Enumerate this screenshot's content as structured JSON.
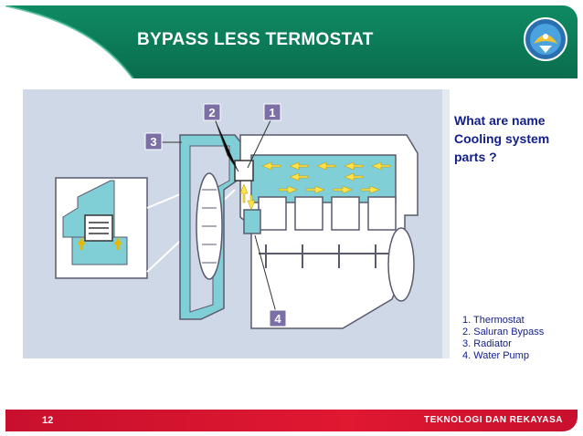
{
  "header": {
    "title": "BYPASS LESS TERMOSTAT",
    "logo_icon": "tut-wuri-handayani-emblem"
  },
  "diagram": {
    "callouts": [
      "1",
      "2",
      "3",
      "4"
    ],
    "colors": {
      "coolant": "#80cfd6",
      "engine": "#ffffff",
      "outline": "#5a5a6e",
      "flow_arrow": "#ffe14a",
      "callout_box": "#7b6fa6"
    }
  },
  "question": "What are name Cooling system parts ?",
  "parts": [
    "1. Thermostat",
    "2. Saluran Bypass",
    "3. Radiator",
    "4. Water Pump"
  ],
  "footer": {
    "page_number": "12",
    "org_text": "TEKNOLOGI DAN REKAYASA"
  }
}
